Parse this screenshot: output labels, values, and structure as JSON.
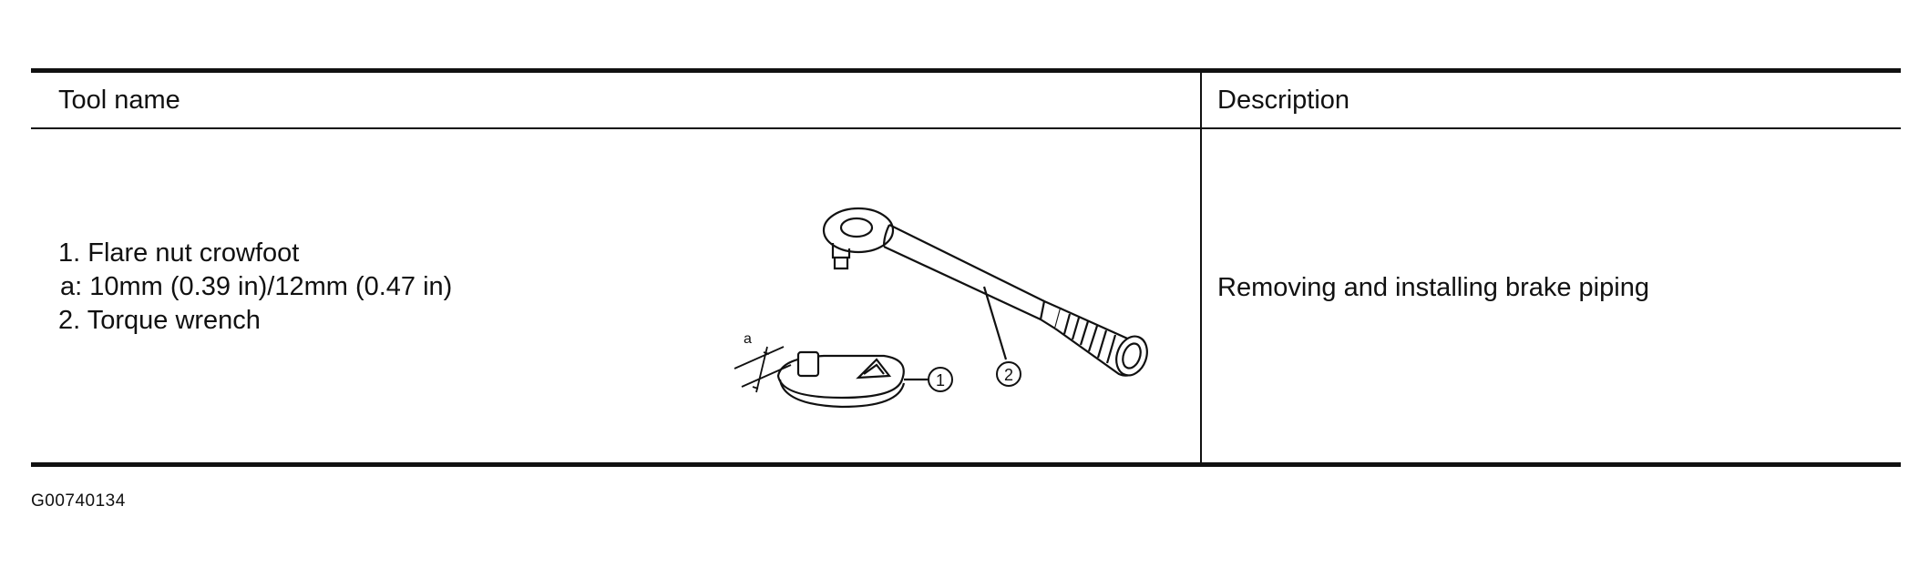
{
  "table": {
    "header": {
      "tool_name": "Tool name",
      "description": "Description"
    },
    "row": {
      "tool_items": [
        "1. Flare nut crowfoot",
        "a: 10mm (0.39 in)/12mm (0.47 in)",
        "2. Torque wrench"
      ],
      "description": "Removing and installing brake piping",
      "illustration": {
        "callouts": [
          "a",
          "①",
          "②"
        ],
        "icons": [
          "flare-nut-crowfoot-icon",
          "torque-wrench-icon"
        ]
      }
    }
  },
  "figure_id": "G00740134"
}
